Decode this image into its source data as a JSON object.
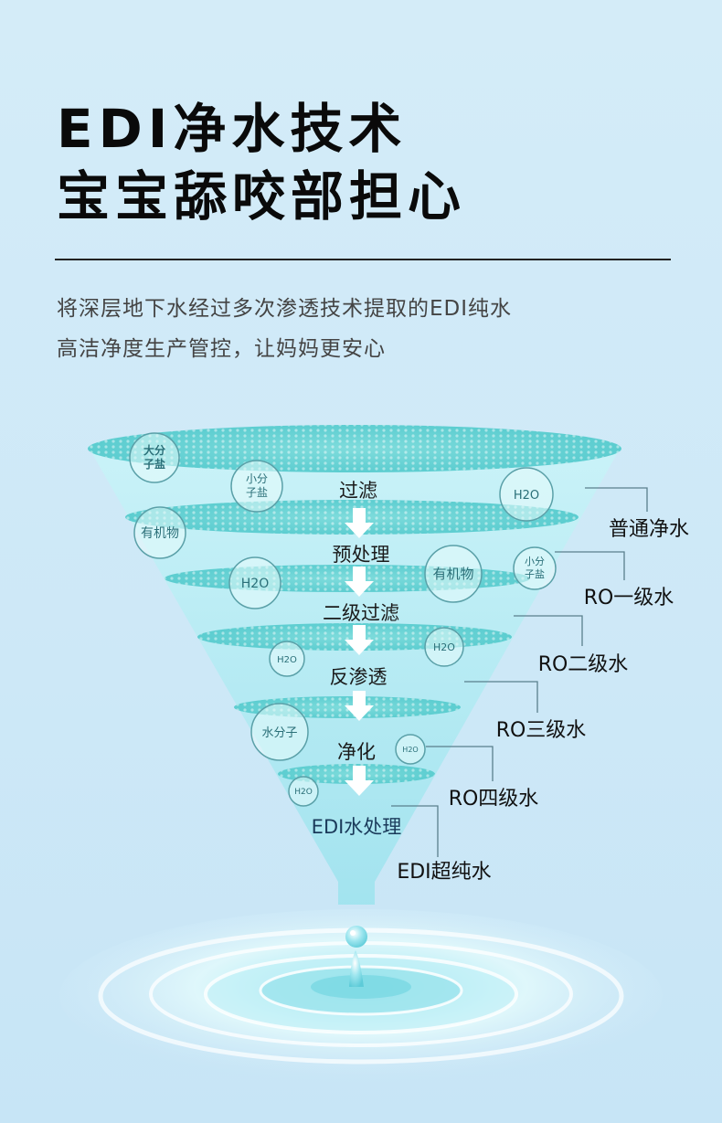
{
  "heading": {
    "line1": "EDI净水技术",
    "line2": "宝宝舔咬部担心"
  },
  "description": {
    "line1": "将深层地下水经过多次渗透技术提取的EDI纯水",
    "line2": "高洁净度生产管控，让妈妈更安心"
  },
  "stages": [
    "过滤",
    "预处理",
    "二级过滤",
    "反渗透",
    "净化",
    "EDI水处理"
  ],
  "outputs": [
    "普通净水",
    "RO一级水",
    "RO二级水",
    "RO三级水",
    "RO四级水",
    "EDI超纯水"
  ],
  "particles": {
    "big_salt": "大分\n子盐",
    "small_salt": "小分\n子盐",
    "organic": "有机物",
    "h2o": "H2O",
    "water_molecule": "水分子"
  },
  "colors": {
    "background": "#cde8f7",
    "funnel": "#a8e6f2",
    "disc": "#6fd6d8",
    "label_line": "#5a7f8c"
  }
}
